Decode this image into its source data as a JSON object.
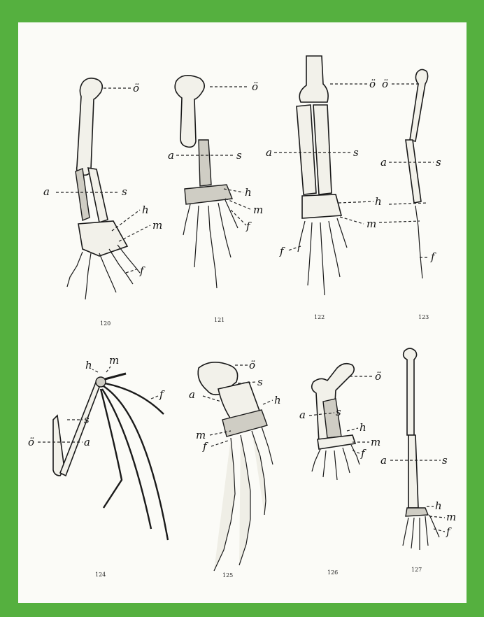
{
  "figures": [
    {
      "number": "120",
      "labels": {
        "o": "ö",
        "a": "a",
        "s": "s",
        "h": "h",
        "m": "m",
        "f": "f"
      }
    },
    {
      "number": "121",
      "labels": {
        "o": "ö",
        "a": "a",
        "s": "s",
        "h": "h",
        "m": "m",
        "f": "f"
      }
    },
    {
      "number": "122",
      "labels": {
        "o": "ö",
        "a": "a",
        "s": "s",
        "h": "h",
        "m": "m",
        "f": "f"
      }
    },
    {
      "number": "123",
      "labels": {
        "o": "ö",
        "a": "a",
        "s": "s",
        "h": "h",
        "f": "f"
      }
    },
    {
      "number": "124",
      "labels": {
        "o": "ö",
        "a": "a",
        "s": "s",
        "h": "h",
        "m": "m",
        "f": "f"
      }
    },
    {
      "number": "125",
      "labels": {
        "o": "ö",
        "a": "a",
        "s": "s",
        "h": "h",
        "m": "m",
        "f": "f"
      }
    },
    {
      "number": "126",
      "labels": {
        "o": "ö",
        "a": "a",
        "s": "s",
        "h": "h",
        "m": "m",
        "f": "f"
      }
    },
    {
      "number": "127",
      "labels": {
        "a": "a",
        "s": "s",
        "h": "h",
        "m": "m",
        "f": "f"
      }
    }
  ],
  "colors": {
    "border": "#55b03f",
    "paper": "#fbfbf7",
    "ink": "#1a1a1a"
  }
}
